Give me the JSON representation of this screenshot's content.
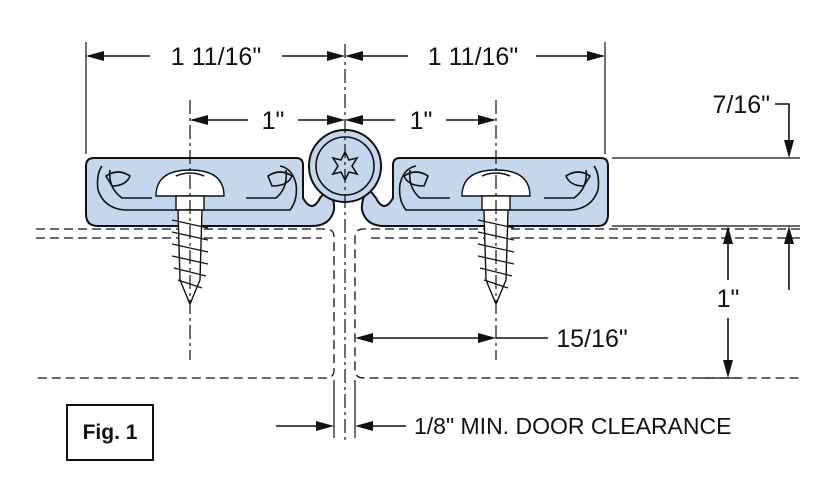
{
  "dimensions": {
    "left_overall": "1 11/16\"",
    "right_overall": "1 11/16\"",
    "left_screw_offset": "1\"",
    "right_screw_offset": "1\"",
    "leaf_height": "7/16\"",
    "door_thickness": "1\"",
    "screw_edge_offset": "15/16\"",
    "door_clearance": "1/8\" MIN. DOOR CLEARANCE"
  },
  "figure_label": "Fig. 1",
  "colors": {
    "hinge_fill": "#c5d7ec",
    "line": "#111111"
  }
}
